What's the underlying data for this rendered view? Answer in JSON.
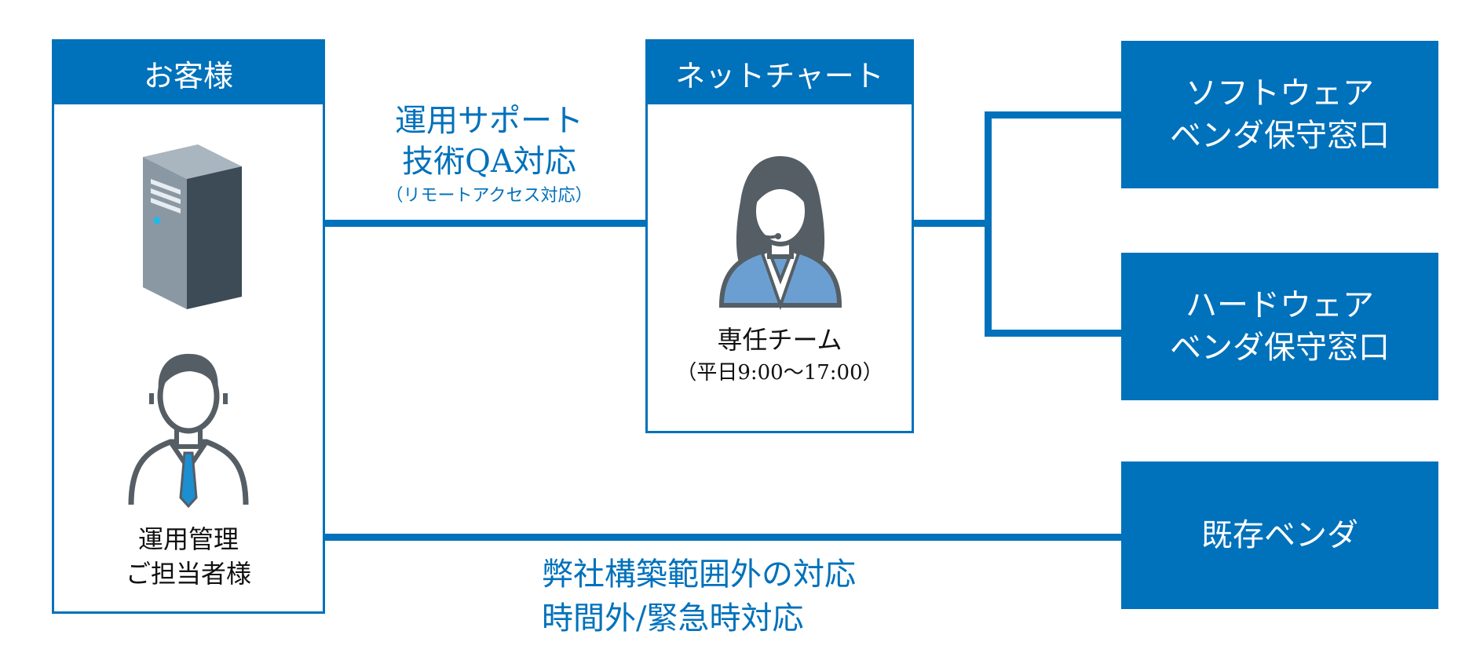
{
  "customer": {
    "title": "お客様",
    "person_label_line1": "運用管理",
    "person_label_line2": "ご担当者様",
    "server_icon": "server-icon",
    "person_icon": "businessman-icon"
  },
  "company": {
    "title": "ネットチャート",
    "team_label": "専任チーム",
    "hours": "（平日9:00〜17:00）",
    "person_icon": "headset-operator-icon"
  },
  "support_label": {
    "line1": "運用サポート",
    "line2": "技術QA対応",
    "line3": "（リモートアクセス対応）"
  },
  "outside_label": {
    "line1": "弊社構築範囲外の対応",
    "line2": "時間外/緊急時対応"
  },
  "vendors": [
    {
      "line1": "ソフトウェア",
      "line2": "ベンダ保守窓口"
    },
    {
      "line1": "ハードウェア",
      "line2": "ベンダ保守窓口"
    },
    {
      "line1": "既存ベンダ",
      "line2": ""
    }
  ],
  "colors": {
    "accent": "#0071bb",
    "server_dark": "#3c4b55",
    "server_light": "#8a98a4",
    "person_gray": "#555e64",
    "tie": "#1b8fd0",
    "jacket": "#6c9fd1"
  }
}
